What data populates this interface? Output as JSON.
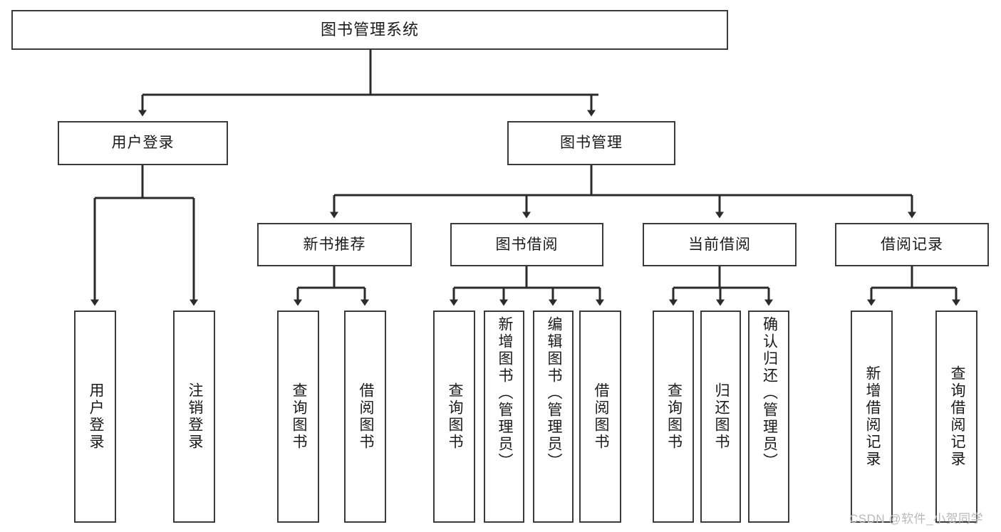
{
  "diagram": {
    "title": "图书管理系统",
    "type": "tree",
    "watermark": "CSDN @软件_小贺同学",
    "colors": {
      "box_border": "#3a3a3a",
      "box_fill": "#ffffff",
      "line": "#2b2b2b",
      "text": "#1a1a1a",
      "watermark": "#b9b9b9",
      "background": "#ffffff"
    },
    "root": {
      "id": "root",
      "label": "图书管理系统"
    },
    "level1": [
      {
        "id": "user-login",
        "label": "用户登录"
      },
      {
        "id": "book-management",
        "label": "图书管理"
      }
    ],
    "level2": [
      {
        "id": "new-book-recommend",
        "label": "新书推荐",
        "parent": "book-management"
      },
      {
        "id": "book-borrow",
        "label": "图书借阅",
        "parent": "book-management"
      },
      {
        "id": "current-borrow",
        "label": "当前借阅",
        "parent": "book-management"
      },
      {
        "id": "borrow-record",
        "label": "借阅记录",
        "parent": "book-management"
      }
    ],
    "leaves": [
      {
        "id": "leaf-user-login",
        "label": "用户登录",
        "parent": "user-login"
      },
      {
        "id": "leaf-logout",
        "label": "注销登录",
        "parent": "user-login"
      },
      {
        "id": "leaf-query-book-1",
        "label": "查询图书",
        "parent": "new-book-recommend"
      },
      {
        "id": "leaf-borrow-book-1",
        "label": "借阅图书",
        "parent": "new-book-recommend"
      },
      {
        "id": "leaf-query-book-2",
        "label": "查询图书",
        "parent": "book-borrow"
      },
      {
        "id": "leaf-add-book",
        "label": "新增图书（管理员）",
        "parent": "book-borrow"
      },
      {
        "id": "leaf-edit-book",
        "label": "编辑图书（管理员）",
        "parent": "book-borrow"
      },
      {
        "id": "leaf-borrow-book-2",
        "label": "借阅图书",
        "parent": "book-borrow"
      },
      {
        "id": "leaf-query-book-3",
        "label": "查询图书",
        "parent": "current-borrow"
      },
      {
        "id": "leaf-return-book",
        "label": "归还图书",
        "parent": "current-borrow"
      },
      {
        "id": "leaf-confirm-return",
        "label": "确认归还（管理员）",
        "parent": "current-borrow"
      },
      {
        "id": "leaf-add-record",
        "label": "新增借阅记录",
        "parent": "borrow-record"
      },
      {
        "id": "leaf-query-record",
        "label": "查询借阅记录",
        "parent": "borrow-record"
      }
    ]
  }
}
